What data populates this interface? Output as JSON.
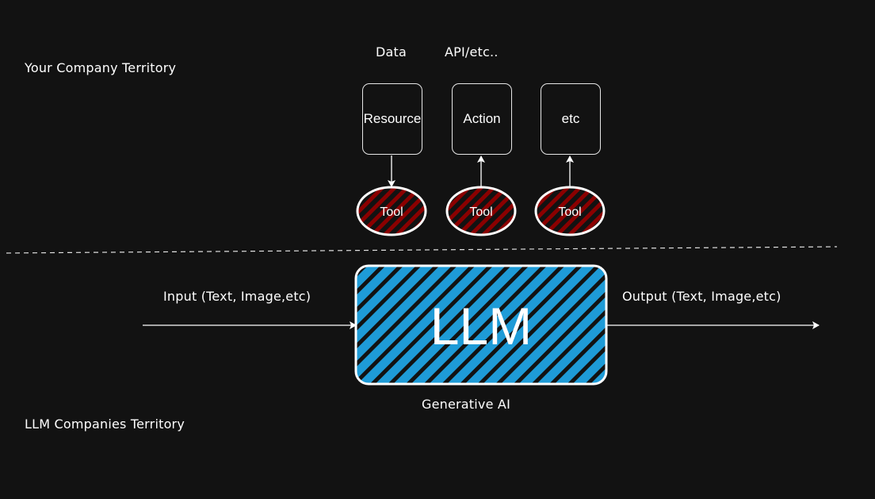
{
  "labels": {
    "your_territory": "Your Company Territory",
    "llm_territory": "LLM Companies Territory",
    "data": "Data",
    "api": "API/etc..",
    "input": "Input (Text, Image,etc)",
    "output": "Output (Text, Image,etc)",
    "generative": "Generative AI"
  },
  "boxes": {
    "resource": "Resource",
    "action": "Action",
    "etc": "etc"
  },
  "tools": [
    "Tool",
    "Tool",
    "Tool"
  ],
  "llm": "LLM",
  "colors": {
    "background": "#121212",
    "tool_hatch": "#8b0000",
    "llm_hatch": "#1e9bd7",
    "stroke": "#ffffff"
  }
}
